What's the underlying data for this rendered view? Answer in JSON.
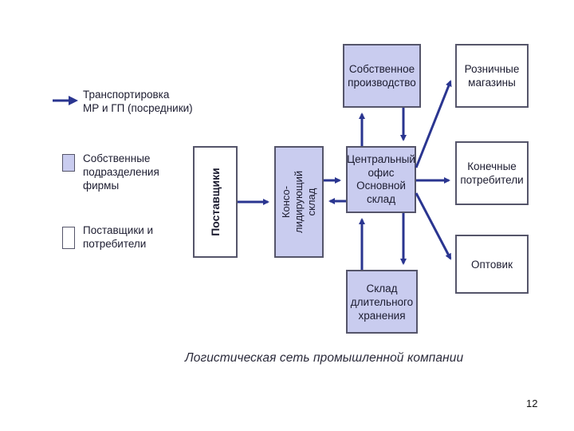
{
  "legend": {
    "transport_label": "Транспортировка\nМР и ГП (посредники)",
    "own_units_label": "Собственные\nподразделения\nфирмы",
    "suppliers_consumers_label": "Поставщики и\nпотребители"
  },
  "nodes": {
    "suppliers": "Поставщики",
    "consolidating_warehouse": "Консо-\nлидирующий\nсклад",
    "own_production": "Собственное\nпроизводство",
    "central_office": "Центральный\nофис\nОсновной\nсклад",
    "long_term_storage": "Склад\nдлительного\nхранения",
    "retail_stores": "Розничные\nмагазины",
    "end_consumers": "Конечные\nпотребители",
    "wholesaler": "Оптовик"
  },
  "caption": "Логистическая сеть промышленной компании",
  "page_number": "12",
  "colors": {
    "own_fill": "#c9ccef",
    "arrow": "#2a3590",
    "border": "#55556a"
  }
}
